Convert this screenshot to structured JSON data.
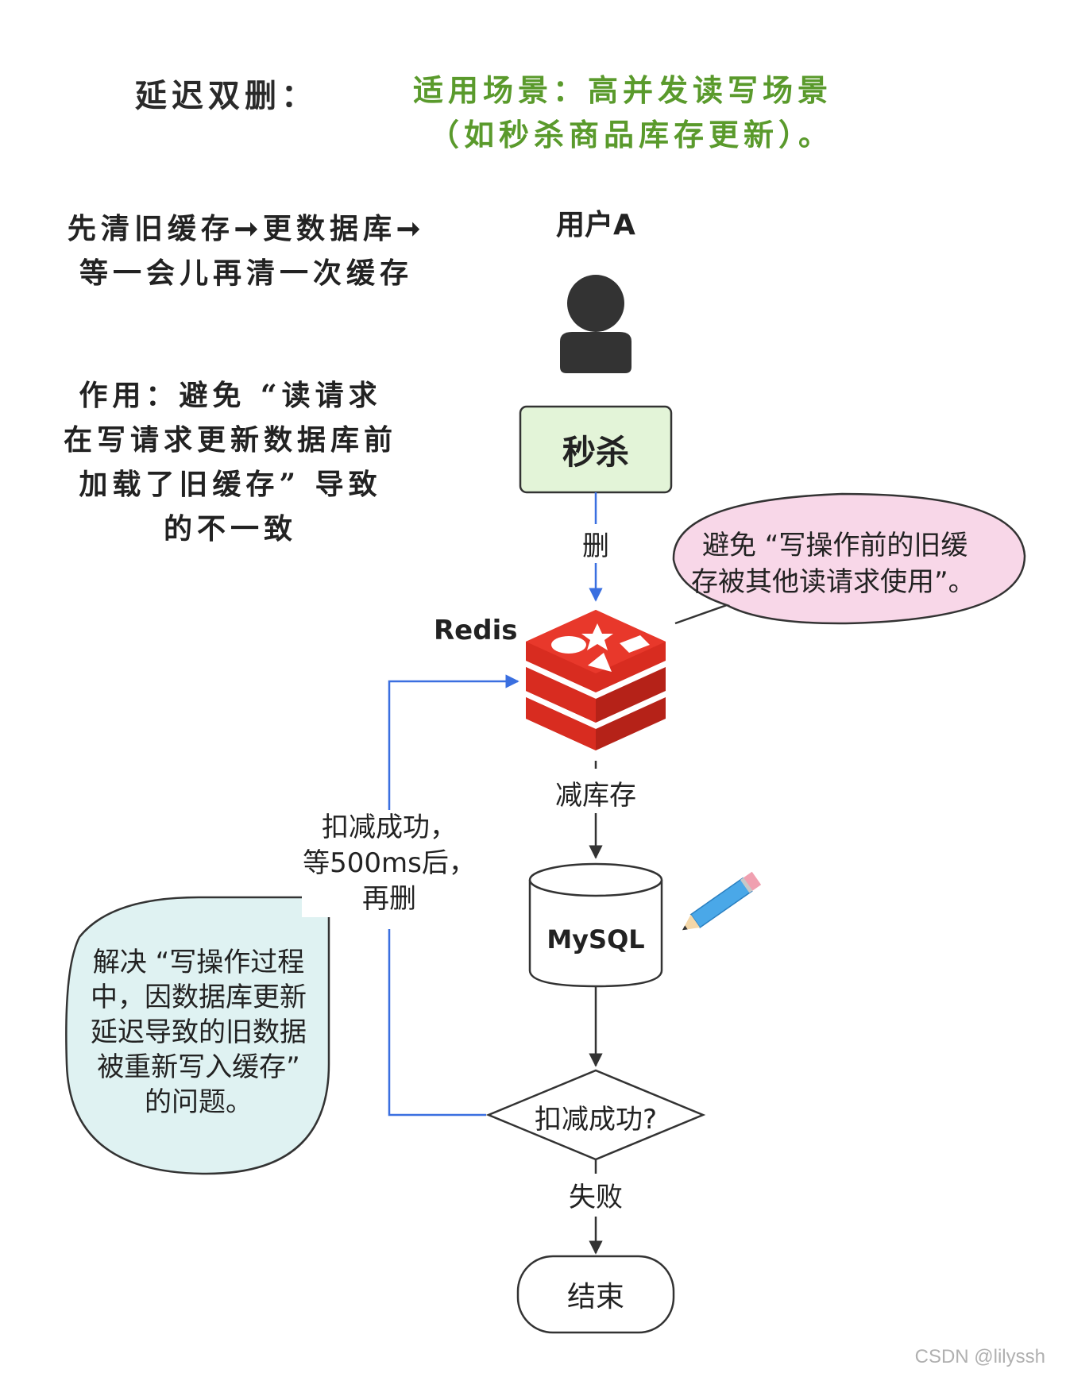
{
  "title": "延迟双删：",
  "scenario": {
    "line1": "适用场景：高并发读写场景",
    "line2": "（如秒杀商品库存更新）。"
  },
  "steps": {
    "line1": "先清旧缓存➞更数据库➞",
    "line2": "等一会儿再清一次缓存"
  },
  "effect": {
    "line1": "作用：避免 “读请求",
    "line2": "在写请求更新数据库前",
    "line3": "加载了旧缓存” 导致",
    "line4": "的不一致"
  },
  "diagram": {
    "user_label": "用户A",
    "seckill_node": "秒杀",
    "delete_edge": "删",
    "redis_label": "Redis",
    "decrease_edge": "减库存",
    "mysql_node": "MySQL",
    "decision_node": "扣减成功?",
    "fail_edge": "失败",
    "end_node": "结束",
    "retry_edge": {
      "line1": "扣减成功，",
      "line2": "等500ms后，",
      "line3": "再删"
    },
    "bubble_pink": {
      "line1": "避免 “写操作前的旧缓",
      "line2": "存被其他读请求使用”。"
    },
    "bubble_teal": {
      "line1": "解决 “写操作过程",
      "line2": "中，因数据库更新",
      "line3": "延迟导致的旧数据",
      "line4": "被重新写入缓存”",
      "line5": "的问题。"
    }
  },
  "colors": {
    "scenario_green": "#5a9a2c",
    "seckill_fill": "#e3f4d8",
    "pink_bubble": "#f8d7e8",
    "teal_bubble": "#dff2f2",
    "redis_red": "#d82c20",
    "blue_arrow": "#3a6fe0"
  },
  "watermark": "CSDN @lilyssh"
}
